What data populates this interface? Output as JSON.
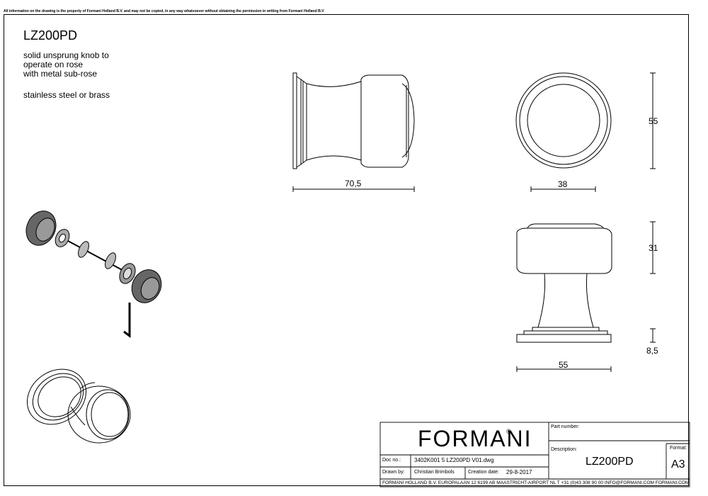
{
  "disclaimer": "All information on the drawing is the property of Formani Holland B.V. and may not be copied, in any way whatsoever without obtaining the permission in writing from Formani Holland B.V",
  "product": {
    "code": "LZ200PD",
    "description_lines": [
      "solid unsprung knob to",
      "operate on rose",
      "with metal sub-rose"
    ],
    "material": "stainless steel or brass"
  },
  "dimensions": {
    "side_length": "70,5",
    "front_diameter": "38",
    "front_height": "55",
    "elev_knob_height": "31",
    "elev_rose_height": "8,5",
    "elev_width": "55"
  },
  "title_block": {
    "brand": "FORMANI",
    "brand_mark": "®",
    "part_number_label": "Part number:",
    "description_label": "Description:",
    "description_value": "LZ200PD",
    "format_label": "Format:",
    "format_value": "A3",
    "doc_no_label": "Doc no.:",
    "doc_no_value": "3402K001 5 LZ200PD V01.dwg",
    "drawn_by_label": "Drawn by:",
    "drawn_by_value": "Christian Brimbols",
    "creation_date_label": "Creation date:",
    "creation_date_value": "29-8-2017",
    "footer": "FORMANI HOLLAND B.V.  EUROPALAAN 12  6199 AB MAASTRICHT-AIRPORT NL  T +31 (0)43 308 90 00 INFO@FORMANI.COM FORMANI.COM"
  }
}
